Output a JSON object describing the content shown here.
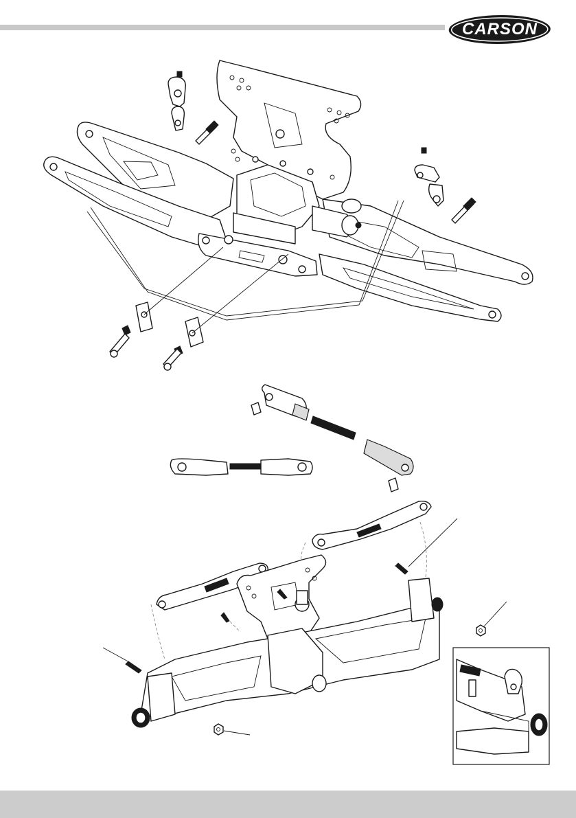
{
  "brand": {
    "logo_text": "CARSON"
  },
  "colors": {
    "header_bar": "#c8c8c8",
    "footer_bar": "#cccccc",
    "logo_fill": "#1a1a1a",
    "line": "#1a1a1a"
  },
  "figures": [
    {
      "id": "exploded-top",
      "icon": "rear-suspension-assembly-exploded"
    },
    {
      "id": "turnbuckle-assembly",
      "icon": "camber-link-exploded"
    },
    {
      "id": "assembled-bottom",
      "icon": "rear-suspension-assembled"
    },
    {
      "id": "detail-inset",
      "icon": "hub-carrier-detail"
    }
  ]
}
